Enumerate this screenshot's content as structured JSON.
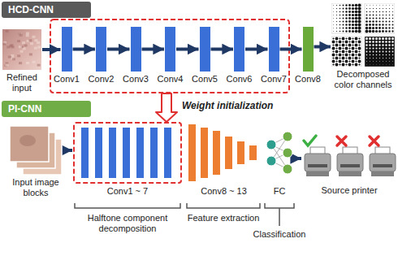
{
  "diagram": {
    "nodes": [
      {
        "text": [
          "HCD-CNN"
        ]
      },
      {
        "text": [
          "Refined input"
        ]
      },
      {
        "text": [
          "Conv1"
        ]
      },
      {
        "text": [
          "Conv2"
        ]
      },
      {
        "text": [
          "Conv3"
        ]
      },
      {
        "text": [
          "Conv4"
        ]
      },
      {
        "text": [
          "Conv5"
        ]
      },
      {
        "text": [
          "Conv6"
        ]
      },
      {
        "text": [
          "Conv7"
        ]
      },
      {
        "text": [
          "Conv8"
        ]
      },
      {
        "text": [
          "Decomposed color channels"
        ]
      },
      {
        "text": [
          "PI-CNN"
        ]
      },
      {
        "text": [
          "Input image blocks"
        ]
      },
      {
        "text": [
          "Conv1 ~ 7"
        ]
      },
      {
        "text": [
          "Conv8 ~ 13"
        ]
      },
      {
        "text": [
          "FC"
        ]
      },
      {
        "text": [
          "Source printer"
        ]
      }
    ],
    "edges": [
      {
        "from": 1,
        "to": 2,
        "arrow": "to"
      },
      {
        "from": 2,
        "to": 3,
        "arrow": "to"
      },
      {
        "from": 3,
        "to": 4,
        "arrow": "to"
      },
      {
        "from": 4,
        "to": 5,
        "arrow": "to"
      },
      {
        "from": 5,
        "to": 6,
        "arrow": "to"
      },
      {
        "from": 6,
        "to": 7,
        "arrow": "to"
      },
      {
        "from": 7,
        "to": 8,
        "arrow": "to"
      },
      {
        "from": 8,
        "to": 9,
        "arrow": "to"
      },
      {
        "from": 9,
        "to": 10,
        "arrow": "to"
      },
      {
        "from": 12,
        "to": 13,
        "arrow": "to"
      },
      {
        "from": 15,
        "to": 16,
        "arrow": "to"
      }
    ],
    "labels": [
      "Weight initialization",
      "Halftone component decomposition",
      "Feature extraction",
      "Classification"
    ]
  }
}
